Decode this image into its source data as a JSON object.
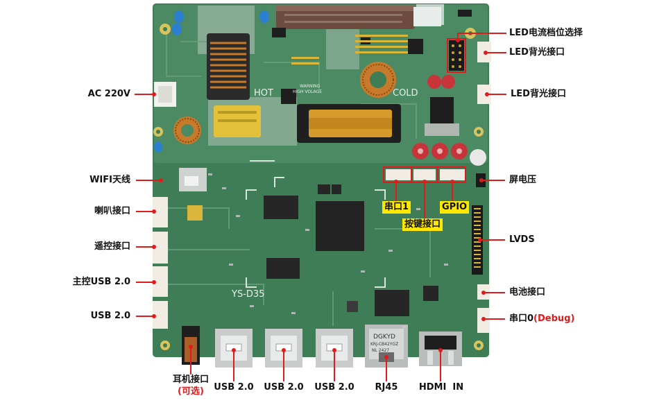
{
  "colors": {
    "pcb_green": "#3f7d57",
    "pcb_upper": "#4a8862",
    "leader_red": "#e11b1b",
    "highlight_yellow": "#ffe800"
  },
  "board": {
    "silkscreen": {
      "hot": "HOT",
      "cold": "COLD",
      "warning_line1": "WARNING",
      "warning_line2": "HIGH VOLAGE",
      "model": "YS-D35"
    },
    "rj45_marking": {
      "line1": "DGKYD",
      "line2": "KRJ-CB42YGZ",
      "line3": "NL     2427"
    }
  },
  "labels": {
    "led_current_select": "LED电流档位选择",
    "led_backlight_1": "LED背光接口",
    "led_backlight_2": "LED背光接口",
    "ac_220v": "AC 220V",
    "wifi_antenna": "WIFI天线",
    "speaker": "喇叭接口",
    "remote": "遥控接口",
    "host_usb": "主控USB 2.0",
    "usb_left": "USB 2.0",
    "screen_voltage": "屏电压",
    "lvds": "LVDS",
    "battery": "电池接口",
    "serial0": "串口0",
    "serial0_debug": "(Debug)",
    "serial1": "串口1",
    "key_interface": "按键接口",
    "gpio": "GPIO",
    "earphone": "耳机接口",
    "earphone_optional": "(可选)",
    "usb_bottom_1": "USB 2.0",
    "usb_bottom_2": "USB 2.0",
    "usb_bottom_3": "USB 2.0",
    "rj45": "RJ45",
    "hdmi_in": "HDMI  IN"
  }
}
